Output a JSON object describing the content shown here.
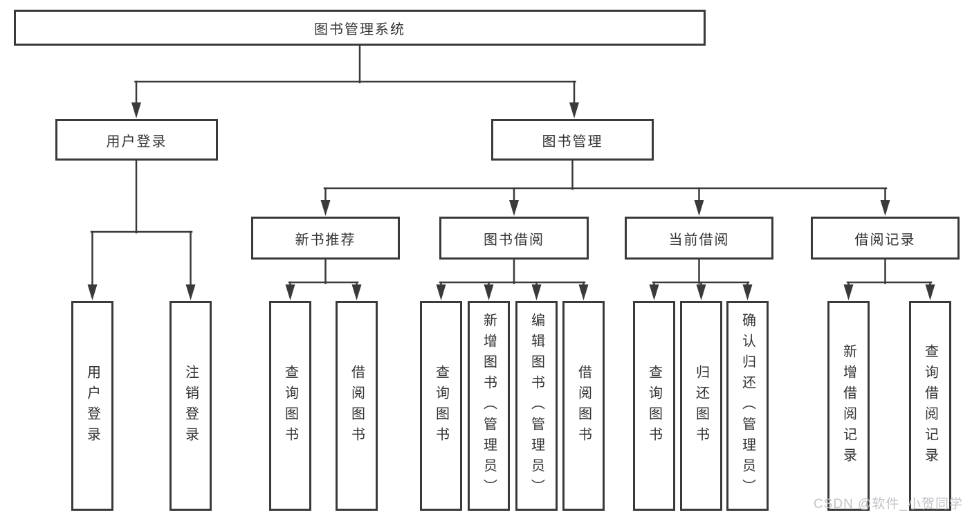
{
  "diagram_title": "图书管理系统",
  "nodes": {
    "root": "图书管理系统",
    "user_login": "用户登录",
    "book_mgmt": "图书管理",
    "new_book_rec": "新书推荐",
    "book_borrow": "图书借阅",
    "current_borrow": "当前借阅",
    "borrow_records": "借阅记录",
    "ul_user_login": "用户登录",
    "ul_logout": "注销登录",
    "nbr_query_books": "查询图书",
    "nbr_borrow_books": "借阅图书",
    "bb_query_books": "查询图书",
    "bb_add_books": "新增图书（管理员）",
    "bb_edit_books": "编辑图书（管理员）",
    "bb_borrow_books": "借阅图书",
    "cb_query_books": "查询图书",
    "cb_return_books": "归还图书",
    "cb_confirm_return": "确认归还（管理员）",
    "br_add_record": "新增借阅记录",
    "br_query_record": "查询借阅记录"
  },
  "edges": [
    [
      "root",
      "user_login"
    ],
    [
      "root",
      "book_mgmt"
    ],
    [
      "user_login",
      "ul_user_login"
    ],
    [
      "user_login",
      "ul_logout"
    ],
    [
      "book_mgmt",
      "new_book_rec"
    ],
    [
      "book_mgmt",
      "book_borrow"
    ],
    [
      "book_mgmt",
      "current_borrow"
    ],
    [
      "book_mgmt",
      "borrow_records"
    ],
    [
      "new_book_rec",
      "nbr_query_books"
    ],
    [
      "new_book_rec",
      "nbr_borrow_books"
    ],
    [
      "book_borrow",
      "bb_query_books"
    ],
    [
      "book_borrow",
      "bb_add_books"
    ],
    [
      "book_borrow",
      "bb_edit_books"
    ],
    [
      "book_borrow",
      "bb_borrow_books"
    ],
    [
      "current_borrow",
      "cb_query_books"
    ],
    [
      "current_borrow",
      "cb_return_books"
    ],
    [
      "current_borrow",
      "cb_confirm_return"
    ],
    [
      "borrow_records",
      "br_add_record"
    ],
    [
      "borrow_records",
      "br_query_record"
    ]
  ],
  "watermark": "CSDN @软件_小贺同学",
  "colors": {
    "line": "#3a3a3a",
    "text": "#333333",
    "background": "#ffffff",
    "watermark": "#c3c3c9"
  }
}
